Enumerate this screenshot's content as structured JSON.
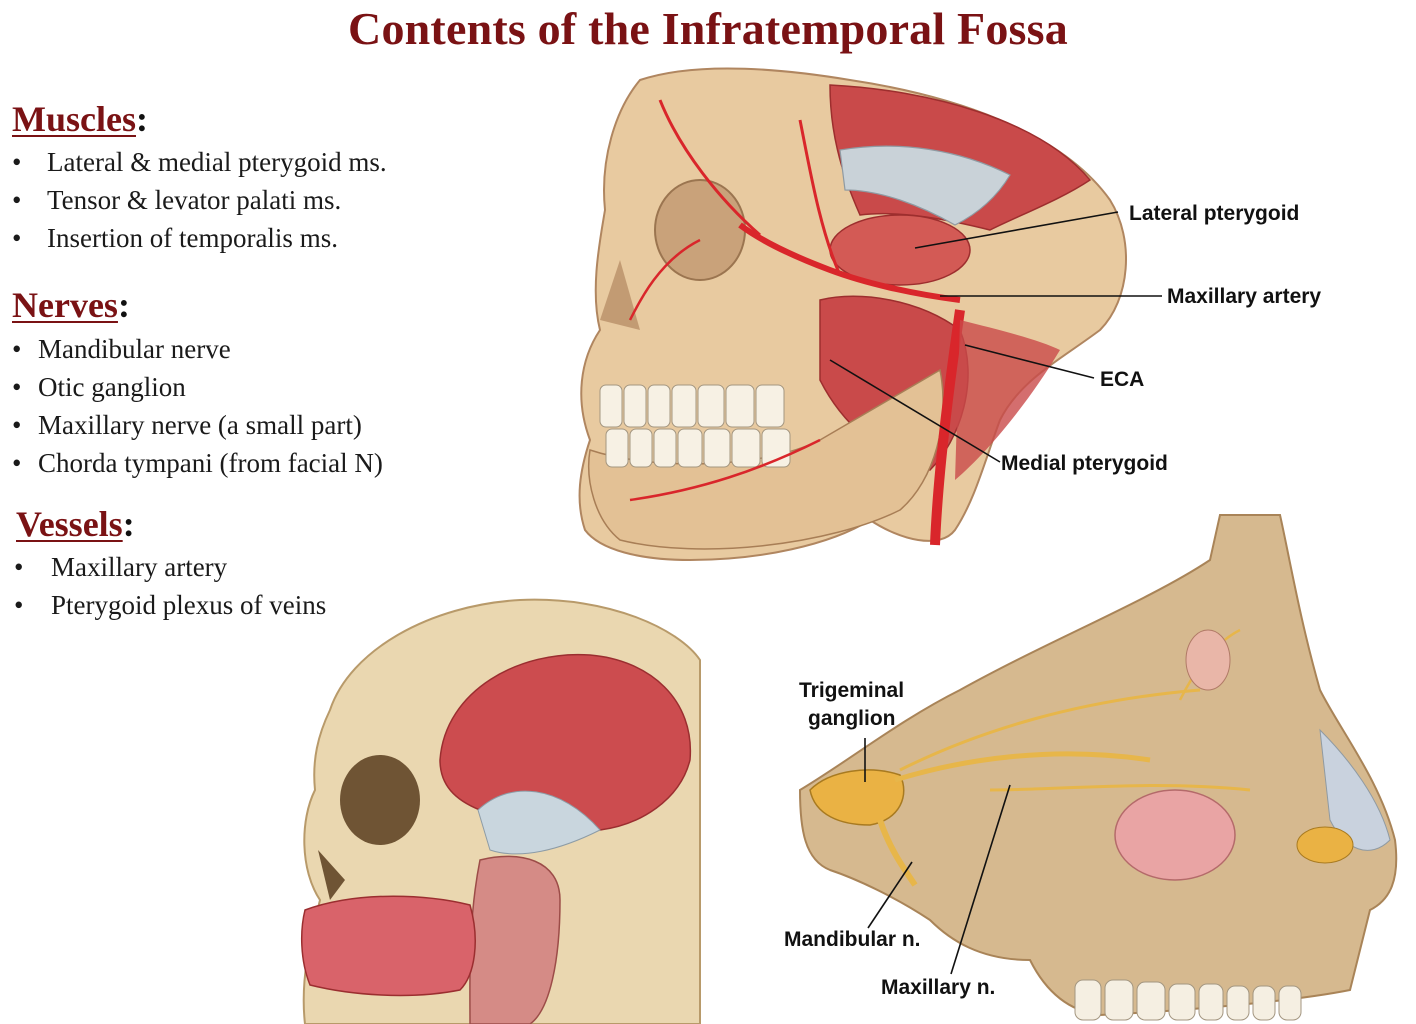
{
  "title": "Contents of the Infratemporal Fossa",
  "sections": {
    "muscles": {
      "heading": "Muscles",
      "items": [
        "Lateral & medial pterygoid ms.",
        "Tensor & levator palati ms.",
        "Insertion of temporalis ms."
      ]
    },
    "nerves": {
      "heading": "Nerves",
      "items": [
        "Mandibular nerve",
        "Otic ganglion",
        "Maxillary nerve (a small part)",
        "Chorda tympani (from facial N)"
      ]
    },
    "vessels": {
      "heading": "Vessels",
      "items": [
        "Maxillary artery",
        "Pterygoid plexus of veins"
      ]
    }
  },
  "bullet": "•",
  "colon": ":",
  "labels": {
    "lateral_pterygoid": "Lateral pterygoid",
    "maxillary_artery": "Maxillary artery",
    "eca": "ECA",
    "medial_pterygoid": "Medial pterygoid",
    "trigeminal_line1": "Trigeminal",
    "trigeminal_line2": "ganglion",
    "mandibular_n": "Mandibular n.",
    "maxillary_n": "Maxillary n."
  },
  "colors": {
    "title": "#7a1214",
    "bone": "#e9cfa6",
    "muscle": "#c94a4a",
    "artery": "#d9262b",
    "nerve": "#e9b94a",
    "tendon": "#c9d2d8"
  }
}
